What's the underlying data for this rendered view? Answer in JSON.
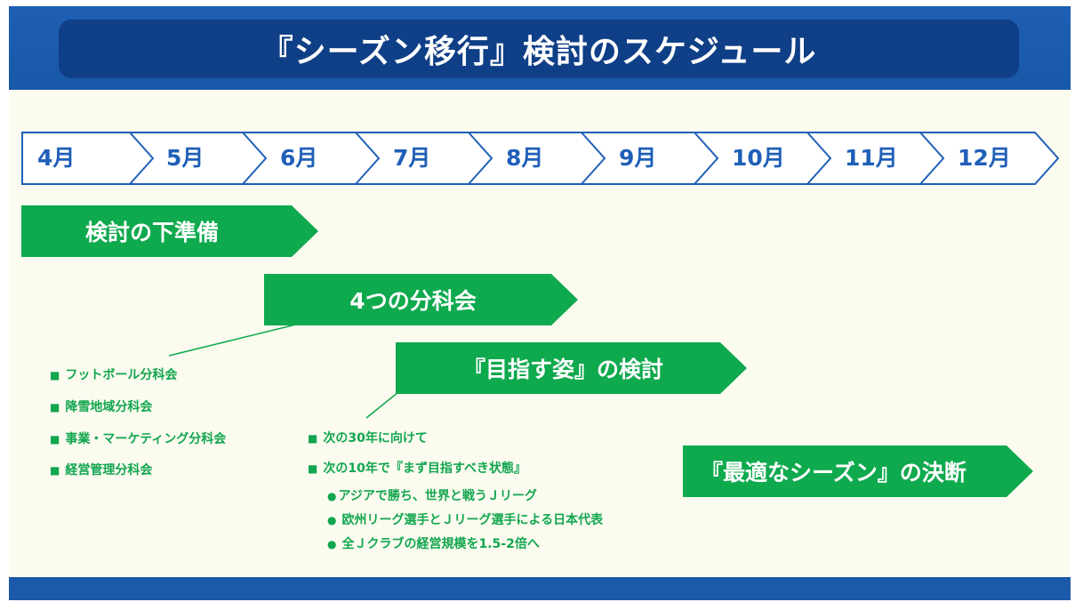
{
  "header": {
    "title": "『シーズン移行』検討のスケジュール"
  },
  "timeline": {
    "months": [
      "4月",
      "5月",
      "6月",
      "7月",
      "8月",
      "9月",
      "10月",
      "11月",
      "12月"
    ]
  },
  "phases": {
    "prep": "検討の下準備",
    "subcommittees": "4つの分科会",
    "vision": "『目指す姿』の検討",
    "decision": "『最適なシーズン』の決断"
  },
  "subcommittee_list": [
    "フットボール分科会",
    "降雪地域分科会",
    "事業・マーケティング分科会",
    "経営管理分科会"
  ],
  "vision_list": {
    "item1": "次の30年に向けて",
    "item2": "次の10年で『まず目指すべき状態』",
    "sub_items": [
      "アジアで勝ち、世界と戦うＪリーグ",
      "欧州リーグ選手とＪリーグ選手による日本代表",
      "全Ｊクラブの経営規模を1.5-2倍へ"
    ]
  },
  "bullet_marks": {
    "square": "■",
    "circle": "●"
  },
  "colors": {
    "header_blue": "#1e5fb4",
    "title_navy": "#0f3f86",
    "timeline_blue": "#1f5fb8",
    "phase_green": "#0fa94e",
    "background": "#fbfbef"
  }
}
